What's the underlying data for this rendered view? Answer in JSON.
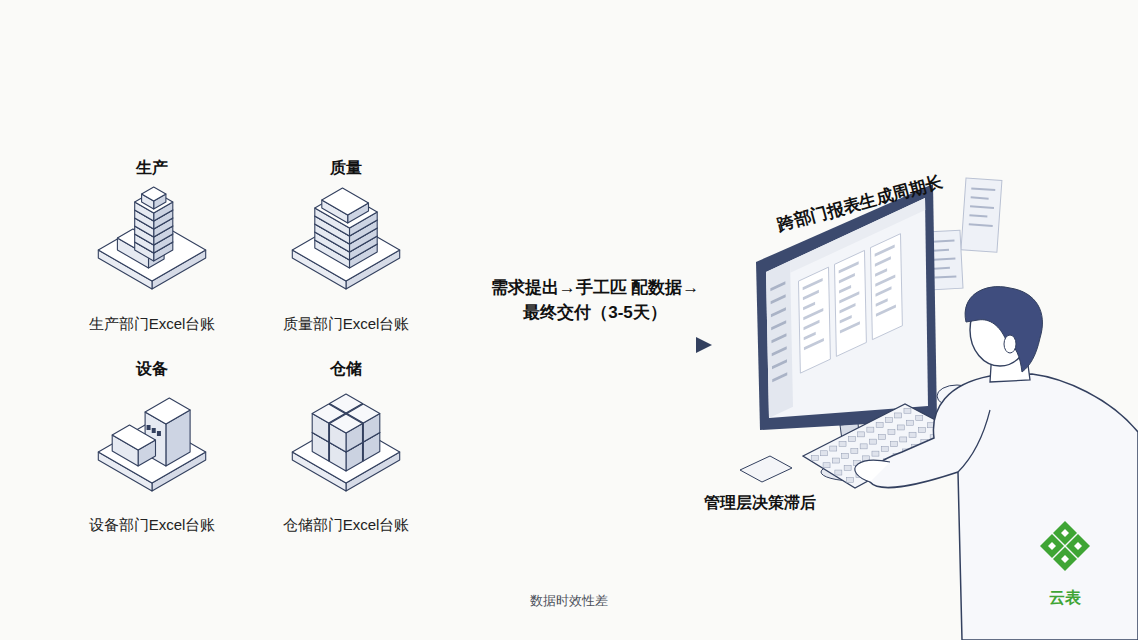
{
  "diagram": {
    "caption": "数据时效性差",
    "nodes": [
      {
        "text": [
          "生产",
          "生产部门Excel台账"
        ]
      },
      {
        "text": [
          "质量",
          "质量部门Excel台账"
        ]
      },
      {
        "text": [
          "设备",
          "设备部门Excel台账"
        ]
      },
      {
        "text": [
          "仓储",
          "仓储部门Excel台账"
        ]
      }
    ],
    "labels": [
      "跨部门报表生成周期长",
      "需求提出→手工匹 配数据→最终交付（3-5天）",
      "管理层决策滞后",
      "云表"
    ]
  }
}
